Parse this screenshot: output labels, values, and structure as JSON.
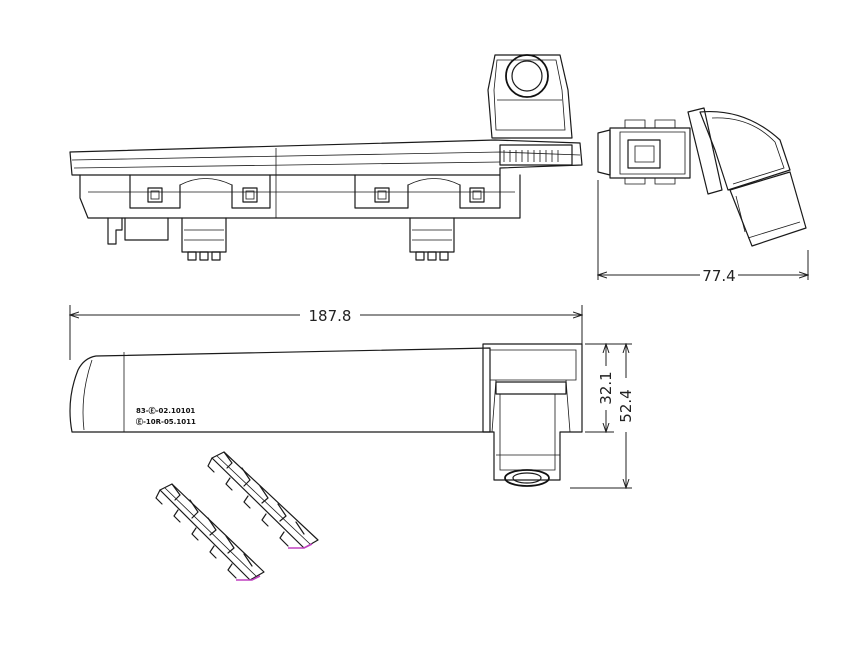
{
  "dimensions": {
    "overall_length": "187.8",
    "side_depth": "77.4",
    "body_height": "32.1",
    "total_height": "52.4"
  },
  "part_marking": {
    "line1": "83-Ⓔ-02.10101",
    "line2": "Ⓔ-10R-05.1011"
  },
  "colors": {
    "line": "#1a1a1a",
    "accent": "#c040c0"
  }
}
